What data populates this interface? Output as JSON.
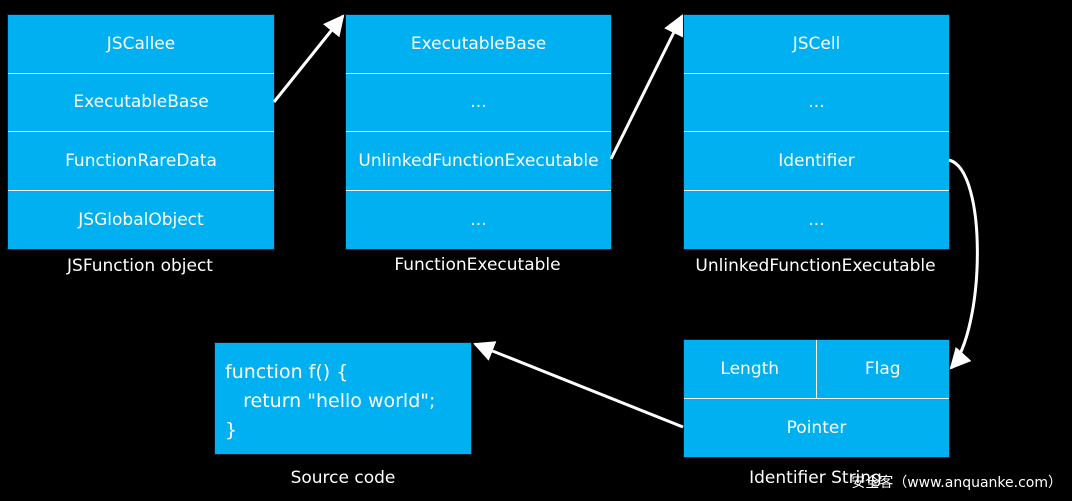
{
  "jsfunction": {
    "caption": "JSFunction object",
    "fields": [
      "JSCallee",
      "ExecutableBase",
      "FunctionRareData",
      "JSGlobalObject"
    ]
  },
  "function_executable": {
    "caption": "FunctionExecutable",
    "fields": [
      "ExecutableBase",
      "...",
      "UnlinkedFunctionExecutable",
      "..."
    ]
  },
  "unlinked_function_executable": {
    "caption": "UnlinkedFunctionExecutable",
    "fields": [
      "JSCell",
      "...",
      "Identifier",
      "..."
    ]
  },
  "identifier_string": {
    "caption": "Identifier String",
    "length": "Length",
    "flag": "Flag",
    "pointer": "Pointer"
  },
  "source_code": {
    "caption": "Source code",
    "lines": [
      "function f() {",
      "   return \"hello world\";",
      "}"
    ]
  },
  "watermark": "安全客（www.anquanke.com）",
  "colors": {
    "box_fill": "#00b0f0",
    "background": "#000000",
    "text": "#ffffff",
    "arrow": "#ffffff"
  }
}
